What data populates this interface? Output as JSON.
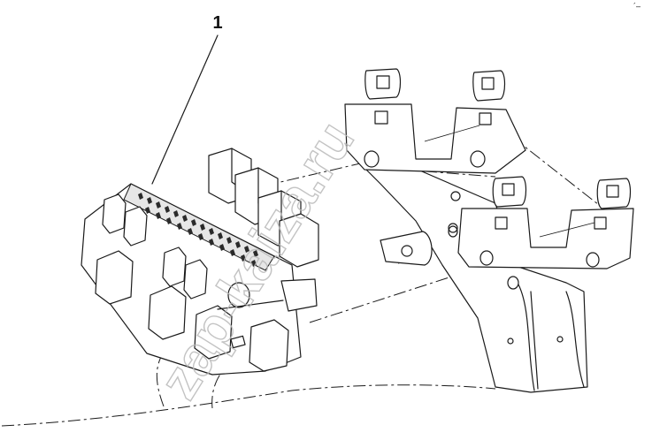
{
  "diagram": {
    "callouts": [
      {
        "label": "1",
        "target": "fuse-relay-block"
      }
    ],
    "corner_mark": "´–",
    "watermark": "zap-kaiza.ru",
    "colors": {
      "line": "#1a1a1a",
      "shade": "#e6e6e6",
      "watermark": "#b9b9b9",
      "background": "#ffffff"
    }
  }
}
